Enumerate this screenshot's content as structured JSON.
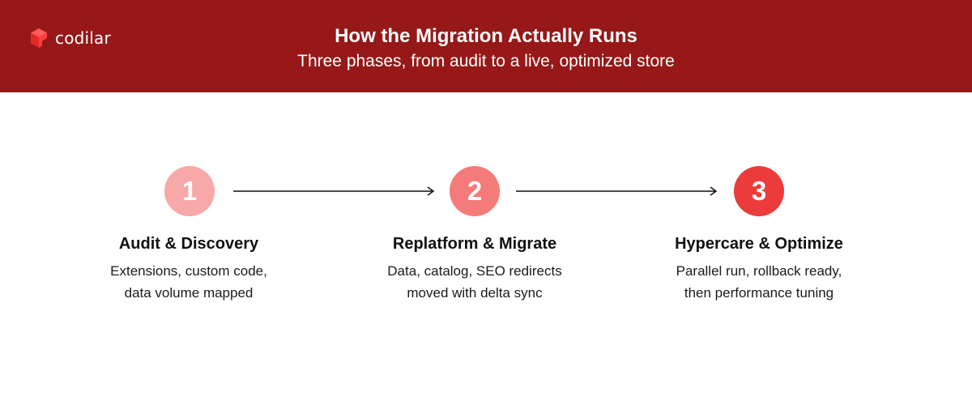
{
  "header": {
    "logo_text": "codilar",
    "title": "How the Migration Actually Runs",
    "subtitle": "Three phases, from audit to a live, optimized store"
  },
  "colors": {
    "header_bg": "#961818",
    "step_1": "#f7a8a8",
    "step_2": "#f57a7a",
    "step_3": "#ec3b3b"
  },
  "steps": [
    {
      "number": "1",
      "title": "Audit & Discovery",
      "desc_line1": "Extensions, custom code,",
      "desc_line2": "data volume mapped"
    },
    {
      "number": "2",
      "title": "Replatform & Migrate",
      "desc_line1": "Data, catalog, SEO redirects",
      "desc_line2": "moved with delta sync"
    },
    {
      "number": "3",
      "title": "Hypercare & Optimize",
      "desc_line1": "Parallel run, rollback ready,",
      "desc_line2": "then performance tuning"
    }
  ]
}
